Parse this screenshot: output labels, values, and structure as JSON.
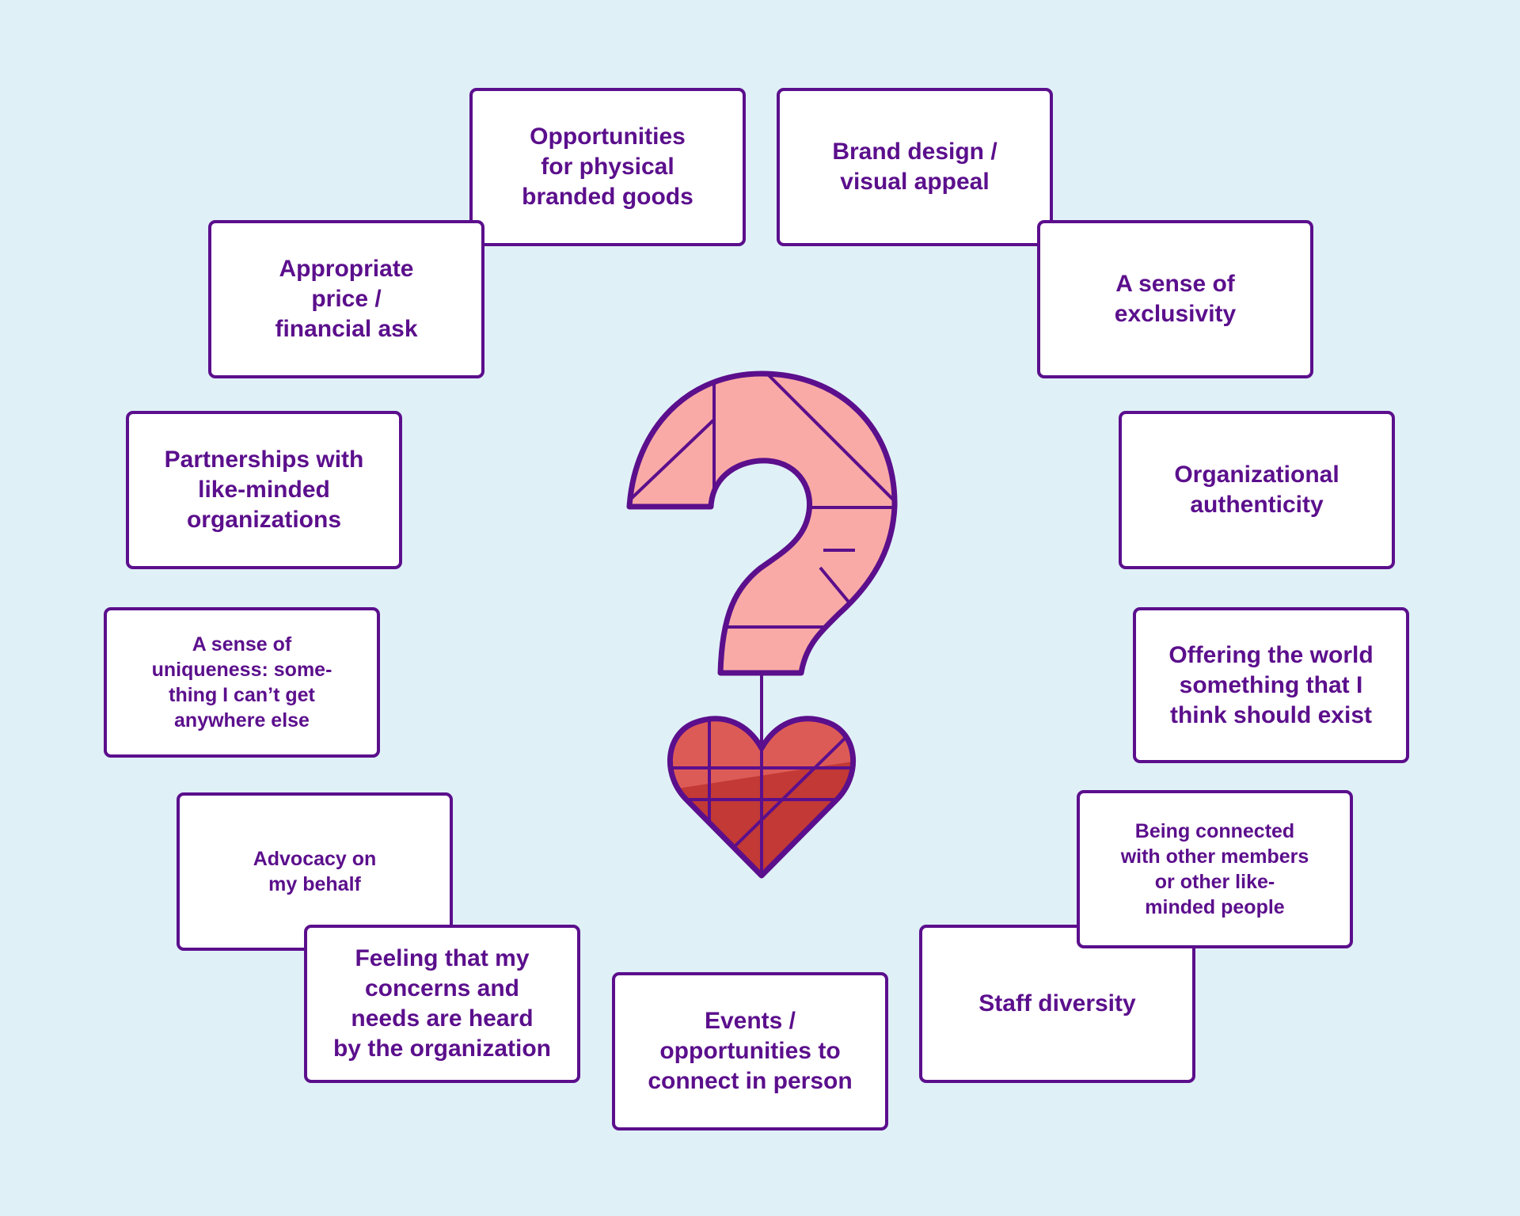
{
  "diagram": {
    "center_graphic": "question-mark-with-heart",
    "colors": {
      "background": "#e0f0f7",
      "card_border": "#5b0f8c",
      "card_text": "#5b0f8c",
      "question_fill": "#f9aaa6",
      "heart_light": "#dd5b57",
      "heart_dark": "#c23935"
    },
    "factors": [
      {
        "id": "physical-goods",
        "text": "Opportunities\nfor physical\nbranded goods"
      },
      {
        "id": "brand-design",
        "text": "Brand design /\nvisual appeal"
      },
      {
        "id": "price",
        "text": "Appropriate\nprice /\nfinancial ask"
      },
      {
        "id": "exclusivity",
        "text": "A sense of\nexclusivity"
      },
      {
        "id": "partnerships",
        "text": "Partnerships with\nlike-minded\norganizations"
      },
      {
        "id": "authenticity",
        "text": "Organizational\nauthenticity"
      },
      {
        "id": "uniqueness",
        "text": "A sense of\nuniqueness: some-\nthing I can’t get\nanywhere else"
      },
      {
        "id": "offering-world",
        "text": "Offering the world\nsomething that I\nthink should exist"
      },
      {
        "id": "advocacy",
        "text": "Advocacy on\nmy behalf"
      },
      {
        "id": "connected-members",
        "text": "Being connected\nwith other members\nor other like-\nminded people"
      },
      {
        "id": "heard",
        "text": "Feeling that my\nconcerns and\nneeds are heard\nby the organization"
      },
      {
        "id": "staff-diversity",
        "text": "Staff diversity"
      },
      {
        "id": "events",
        "text": "Events /\nopportunities to\nconnect in person"
      }
    ]
  }
}
